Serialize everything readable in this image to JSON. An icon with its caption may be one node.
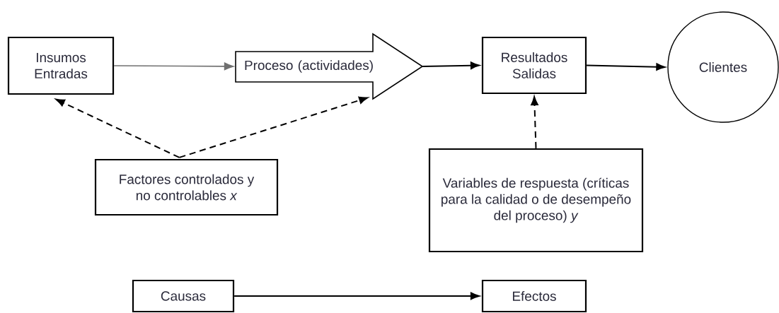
{
  "diagram": {
    "nodes": [
      {
        "text": [
          "Insumos Entradas"
        ]
      },
      {
        "text": [
          "Proceso (actividades)"
        ]
      },
      {
        "text": [
          "Resultados Salidas"
        ]
      },
      {
        "text": [
          "Clientes"
        ]
      },
      {
        "text": [
          "Factores controlados y no controlables *x*"
        ]
      },
      {
        "text": [
          "Variables de respuesta (críticas para la calidad o de desempeño del proceso) *y*"
        ]
      },
      {
        "text": [
          "Causas"
        ]
      },
      {
        "text": [
          "Efectos"
        ]
      }
    ],
    "edges": [
      {
        "from": 0,
        "to": 1,
        "arrow": "to",
        "color": "#707070"
      },
      {
        "from": 1,
        "to": 2,
        "arrow": "to"
      },
      {
        "from": 2,
        "to": 3,
        "arrow": "to"
      },
      {
        "from": 4,
        "to": 0,
        "arrow": "to",
        "style": "dashed"
      },
      {
        "from": 4,
        "to": 1,
        "arrow": "to",
        "style": "dashed"
      },
      {
        "from": 5,
        "to": 2,
        "arrow": "to",
        "style": "dashed"
      },
      {
        "from": 6,
        "to": 7,
        "arrow": "to"
      }
    ]
  }
}
